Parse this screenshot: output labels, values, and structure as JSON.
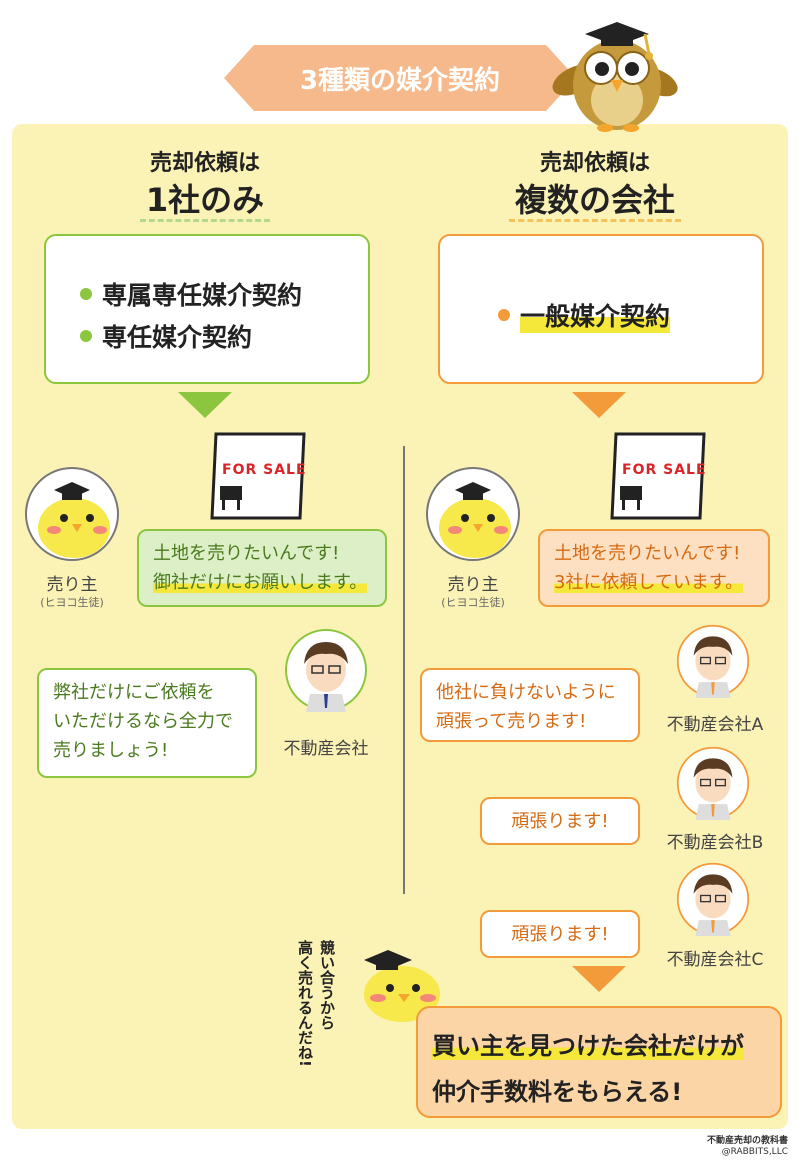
{
  "banner": {
    "title": "3種類の媒介契約",
    "color": "#f6b98b"
  },
  "left": {
    "head_line1": "売却依頼は",
    "head_line2": "1社のみ",
    "bullets": [
      "専属専任媒介契約",
      "専任媒介契約"
    ],
    "seller_bubble": [
      "土地を売りたいんです!",
      "御社だけにお願いします。"
    ],
    "seller_label": "売り主",
    "seller_sublabel": "(ヒヨコ生徒)",
    "agent_bubble": [
      "弊社だけにご依頼を",
      "いただけるなら全力で",
      "売りましょう!"
    ],
    "agent_label": "不動産会社"
  },
  "right": {
    "head_line1": "売却依頼は",
    "head_line2": "複数の会社",
    "bullets": [
      "一般媒介契約"
    ],
    "seller_bubble": [
      "土地を売りたいんです!",
      "3社に依頼しています。"
    ],
    "seller_label": "売り主",
    "seller_sublabel": "(ヒヨコ生徒)",
    "agent_a_bubble": [
      "他社に負けないように",
      "頑張って売ります!"
    ],
    "agent_a_label": "不動産会社A",
    "agent_b_bubble": "頑張ります!",
    "agent_b_label": "不動産会社B",
    "agent_c_bubble": "頑張ります!",
    "agent_c_label": "不動産会社C"
  },
  "sign_text": "FOR SALE",
  "chick_comment": [
    "競い合うから",
    "高く売れるんだね!"
  ],
  "result": [
    "買い主を見つけた会社だけが",
    "仲介手数料をもらえる!"
  ],
  "credit": [
    "不動産売却の教科書",
    "@RABBITS,LLC"
  ],
  "colors": {
    "green": "#8cc63f",
    "orange": "#f39b3a",
    "panel": "#fbf3b6",
    "highlight": "#f5e83a"
  }
}
